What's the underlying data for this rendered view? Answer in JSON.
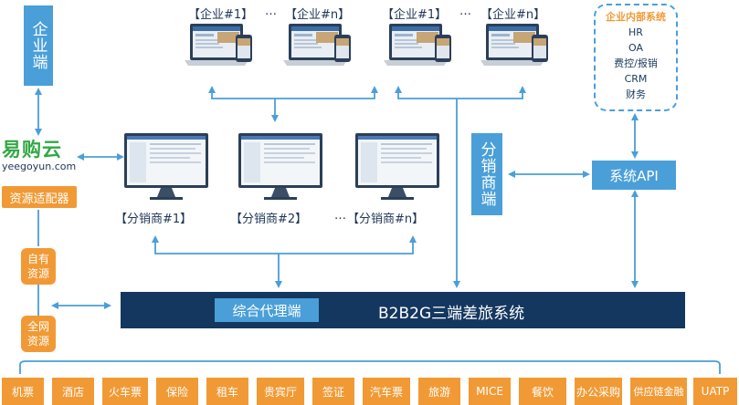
{
  "enterprise_side": {
    "label": "企业端"
  },
  "enterprises": [
    "【企业#1】",
    "…",
    "【企业#n】",
    "【企业#1】",
    "…",
    "【企业#n】"
  ],
  "yeegoyun": {
    "logo_text": "易购云",
    "domain": "yeegoyun.com",
    "adapter": "资源适配器"
  },
  "distributors": [
    "【分销商#1】",
    "【分销商#2】",
    "…",
    "【分销商#n】"
  ],
  "distributor_side": {
    "label": "分销商端"
  },
  "internal_systems": {
    "title": "企业内部系统",
    "items": [
      "HR",
      "OA",
      "费控/报销",
      "CRM",
      "财务"
    ]
  },
  "system_api": {
    "label": "系统API"
  },
  "own_resources": {
    "label": "自有资源"
  },
  "net_resources": {
    "label": "全网资源"
  },
  "agent": {
    "label": "综合代理端"
  },
  "main_system": {
    "label": "B2B2G三端差旅系统"
  },
  "categories": [
    "机票",
    "酒店",
    "火车票",
    "保险",
    "租车",
    "贵宾厅",
    "签证",
    "汽车票",
    "旅游",
    "MICE",
    "餐饮",
    "办公采购",
    "供应链金融",
    "UATP"
  ],
  "colors": {
    "blue": "#4a9fd8",
    "navy": "#14375f",
    "orange": "#f19a35",
    "logo_green": "#33a845"
  }
}
